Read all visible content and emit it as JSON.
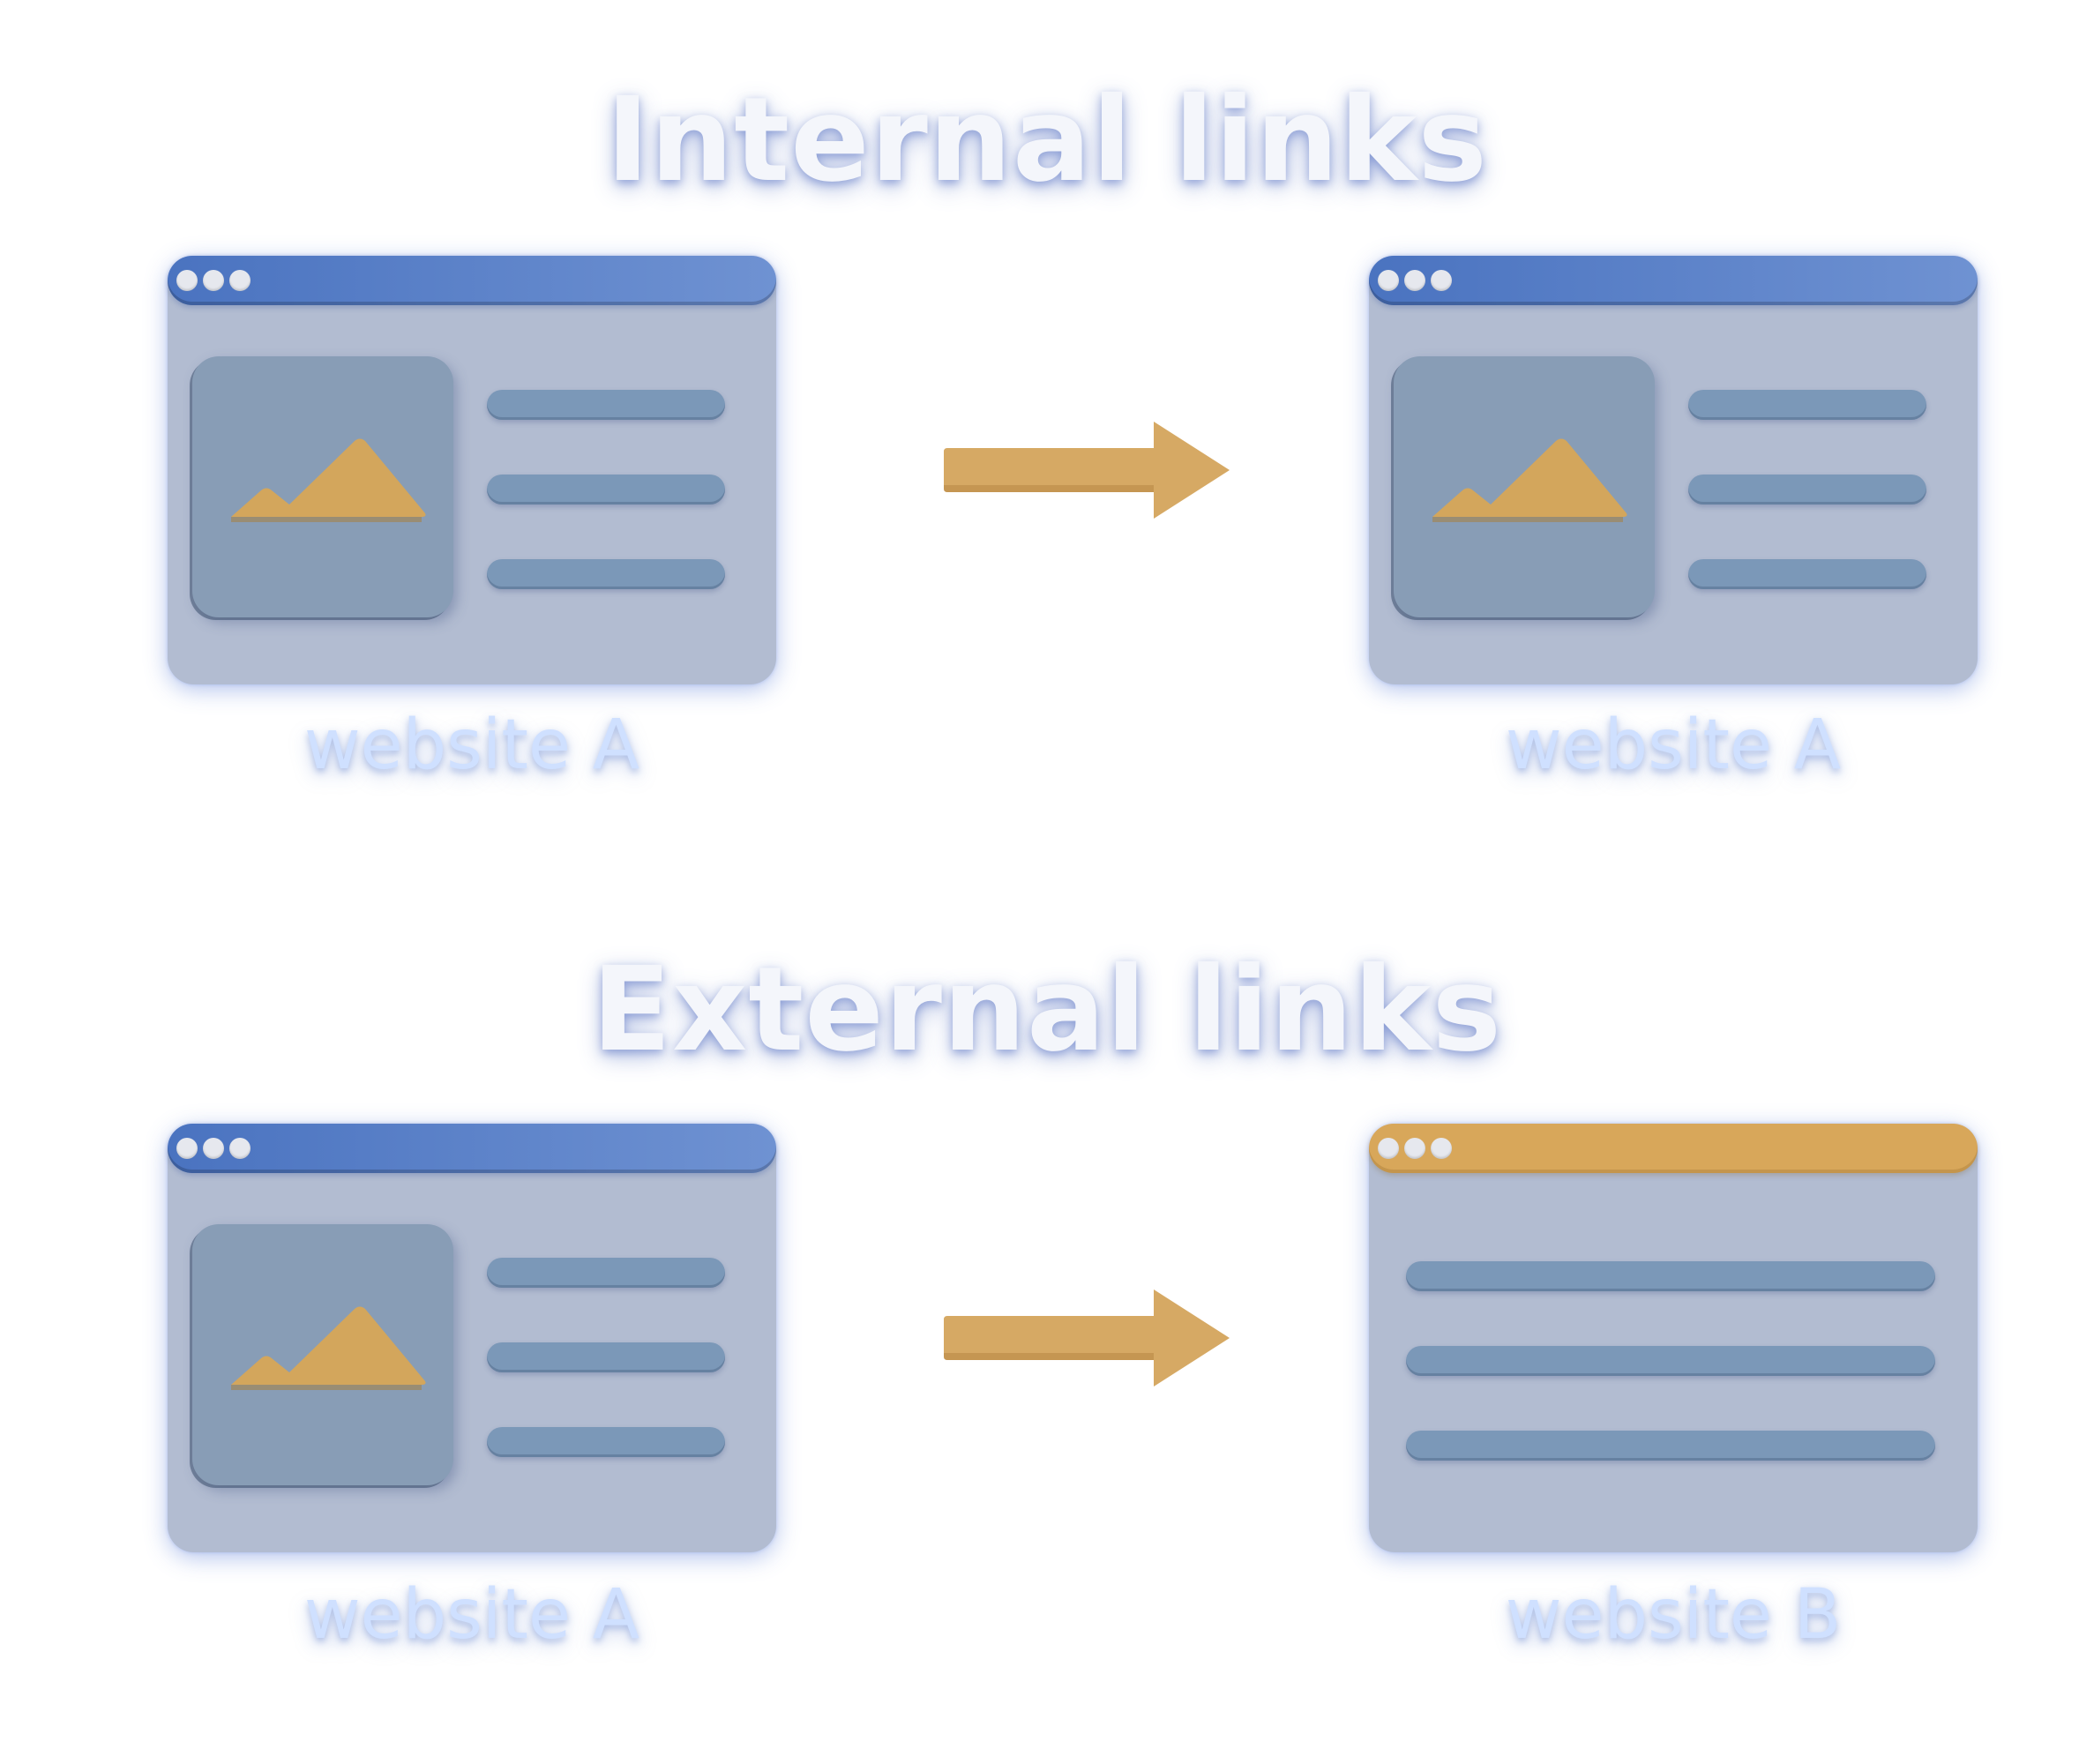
{
  "headings": {
    "internal": "Internal links",
    "external": "External links"
  },
  "captions": {
    "internal_source": "website A",
    "internal_target": "website A",
    "external_source": "website A",
    "external_target": "website B"
  },
  "colors": {
    "window_body": "#b2bcd1",
    "titlebar_blue": "#5a80c8",
    "titlebar_orange": "#d8a75a",
    "arrow": "#d6a964",
    "mountain": "#d3a65c",
    "content_line": "#7b98b8",
    "image_box": "#889db6"
  },
  "icons": {
    "arrow": "right-arrow-icon",
    "mountain": "mountain-image-icon",
    "window_controls": "window-dots-icon"
  }
}
